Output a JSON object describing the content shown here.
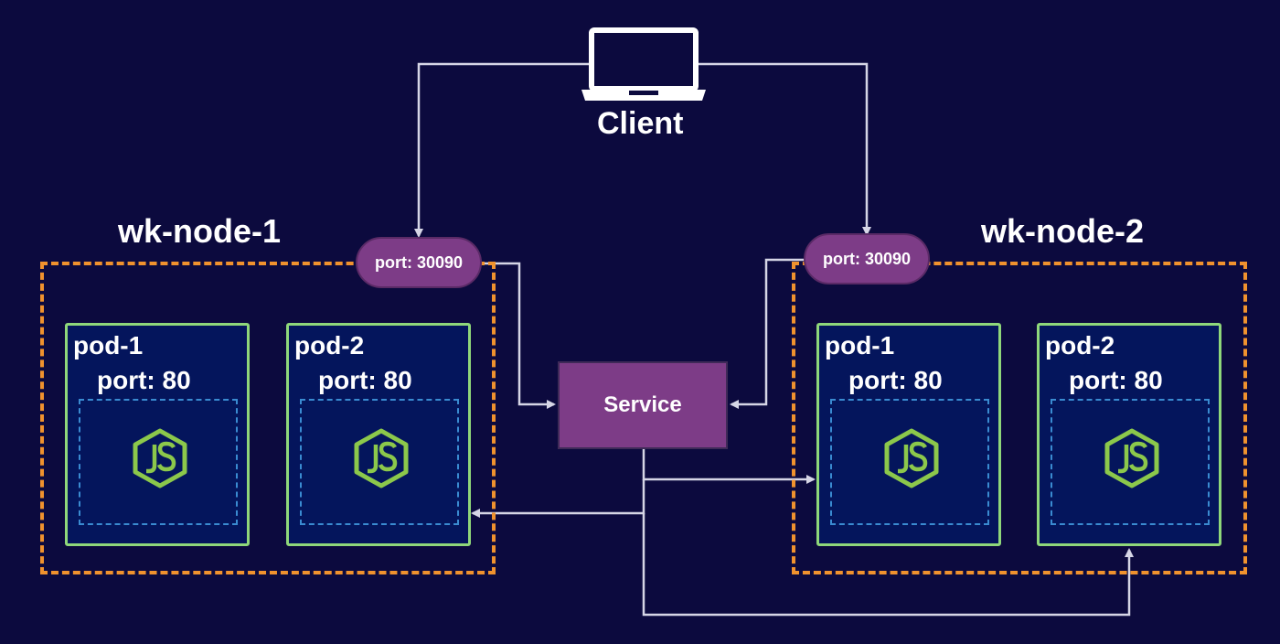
{
  "client": {
    "label": "Client",
    "icon": "laptop-icon"
  },
  "service": {
    "label": "Service"
  },
  "nodes": [
    {
      "title": "wk-node-1",
      "node_port_label": "port: 30090",
      "pods": [
        {
          "name": "pod-1",
          "port_label": "port: 80",
          "icon": "nodejs-icon"
        },
        {
          "name": "pod-2",
          "port_label": "port: 80",
          "icon": "nodejs-icon"
        }
      ]
    },
    {
      "title": "wk-node-2",
      "node_port_label": "port: 30090",
      "pods": [
        {
          "name": "pod-1",
          "port_label": "port: 80",
          "icon": "nodejs-icon"
        },
        {
          "name": "pod-2",
          "port_label": "port: 80",
          "icon": "nodejs-icon"
        }
      ]
    }
  ],
  "colors": {
    "background": "#0c0a3e",
    "node_border": "#f0922e",
    "pod_border": "#8fd77a",
    "pod_fill": "#04155c",
    "container_border": "#3a8bd1",
    "port_and_service_fill": "#7d3c87",
    "connector": "#d6d6e6",
    "text": "#ffffff"
  }
}
